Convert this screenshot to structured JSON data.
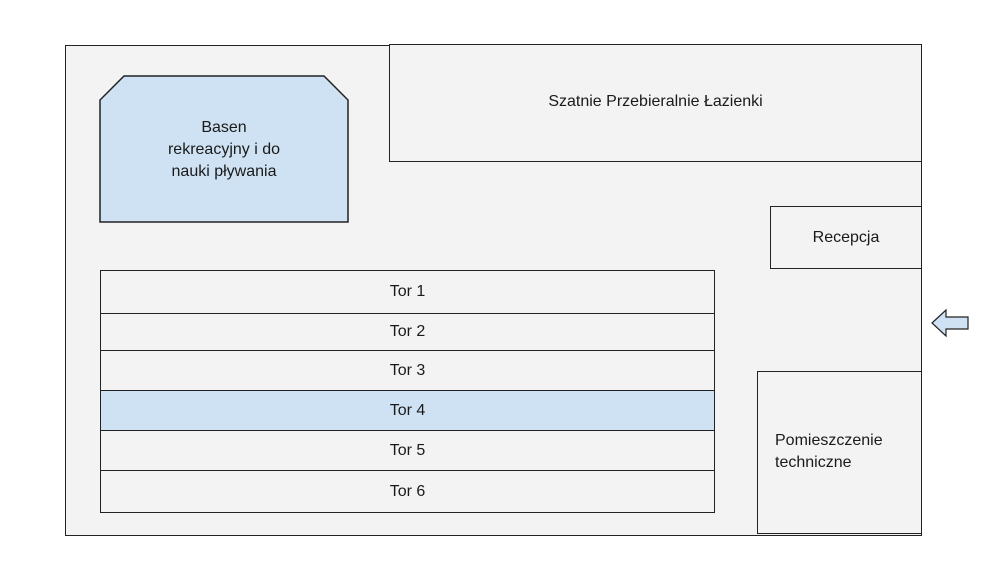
{
  "rooms": {
    "changing_rooms": "Szatnie Przebieralnie Łazienki",
    "reception": "Recepcja",
    "technical_room": [
      "Pomieszczenie",
      "techniczne"
    ],
    "recreation_pool": [
      "Basen",
      "rekreacyjny i do",
      "nauki pływania"
    ]
  },
  "lanes": [
    {
      "label": "Tor 1",
      "highlighted": false
    },
    {
      "label": "Tor 2",
      "highlighted": false
    },
    {
      "label": "Tor 3",
      "highlighted": false
    },
    {
      "label": "Tor 4",
      "highlighted": true
    },
    {
      "label": "Tor 5",
      "highlighted": false
    },
    {
      "label": "Tor 6",
      "highlighted": false
    }
  ],
  "entrance": {
    "icon": "left-arrow-icon"
  },
  "colors": {
    "room_fill": "#f3f3f3",
    "highlight_fill": "#cfe2f3",
    "outline": "#222222"
  }
}
